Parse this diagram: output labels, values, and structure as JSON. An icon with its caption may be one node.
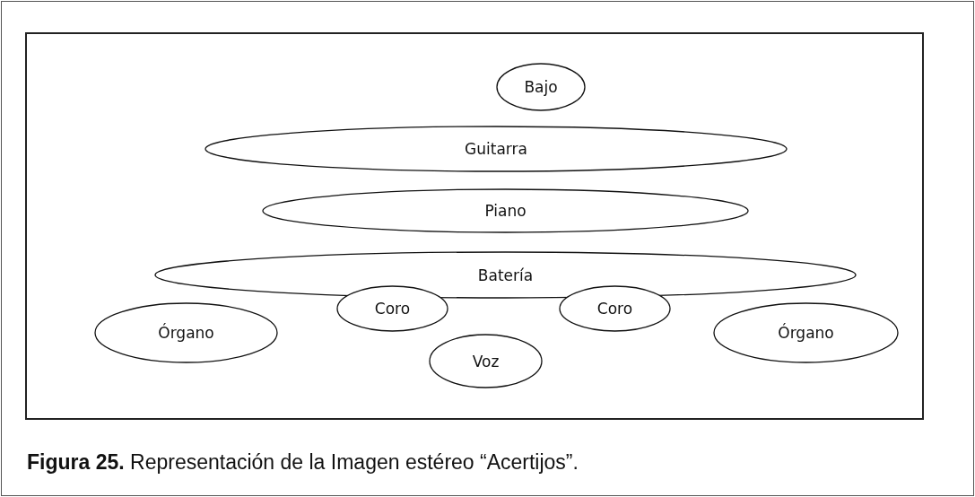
{
  "diagram": {
    "caption": "**Figura 25.** Representación de la Imagen estéreo “Acertijos”.",
    "nodes": [
      {
        "text": [
          "Bajo"
        ]
      },
      {
        "text": [
          "Guitarra"
        ]
      },
      {
        "text": [
          "Piano"
        ]
      },
      {
        "text": [
          "Batería"
        ]
      },
      {
        "text": [
          "Órgano"
        ]
      },
      {
        "text": [
          "Coro"
        ]
      },
      {
        "text": [
          "Coro"
        ]
      },
      {
        "text": [
          "Órgano"
        ]
      },
      {
        "text": [
          "Voz"
        ]
      }
    ],
    "edges": []
  }
}
